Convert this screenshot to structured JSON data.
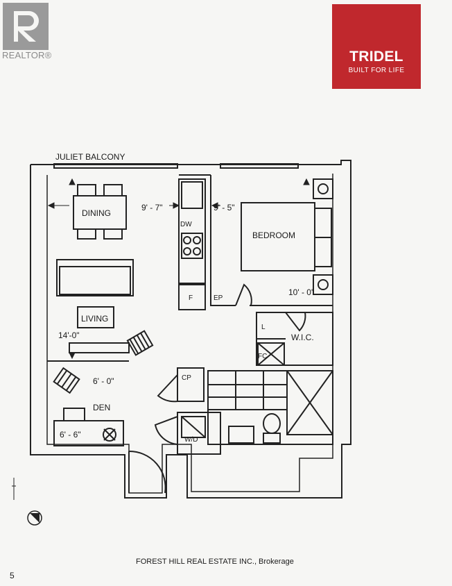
{
  "branding": {
    "realtor": "REALTOR®",
    "tridel_name": "TRIDEL",
    "tridel_tagline": "BUILT FOR LIFE",
    "tridel_color": "#c0282d"
  },
  "plan": {
    "balcony": "JULIET BALCONY",
    "rooms": {
      "dining": "DINING",
      "living": "LIVING",
      "bedroom": "BEDROOM",
      "den": "DEN",
      "wic": "W.I.C."
    },
    "dimensions": {
      "dining_width": "9' - 7\"",
      "bedroom_width": "9' - 5\"",
      "bedroom_depth": "10' - 0\"",
      "living_depth": "14'-0\"",
      "den_width": "6' - 0\"",
      "den_depth": "6' - 6\""
    },
    "fixtures": {
      "dishwasher": "DW",
      "fridge": "F",
      "electrical_panel": "EP",
      "linen": "L",
      "fan_coil": "FC",
      "coat_closet": "CP",
      "washer_dryer": "W/D"
    }
  },
  "footer": {
    "page_number": "5",
    "watermark": "FOREST HILL REAL ESTATE INC., Brokerage"
  }
}
